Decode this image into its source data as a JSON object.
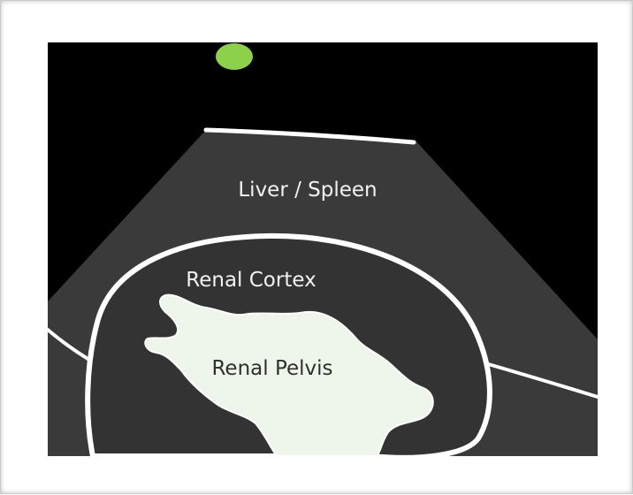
{
  "colors": {
    "background": "#000000",
    "tissue": "#3a3a3a",
    "boundary": "#ffffff",
    "pelvis": "#eef5ea",
    "marker": "#8bd14a"
  },
  "labels": {
    "liver_spleen": "Liver / Spleen",
    "renal_cortex": "Renal Cortex",
    "renal_pelvis": "Renal Pelvis"
  }
}
